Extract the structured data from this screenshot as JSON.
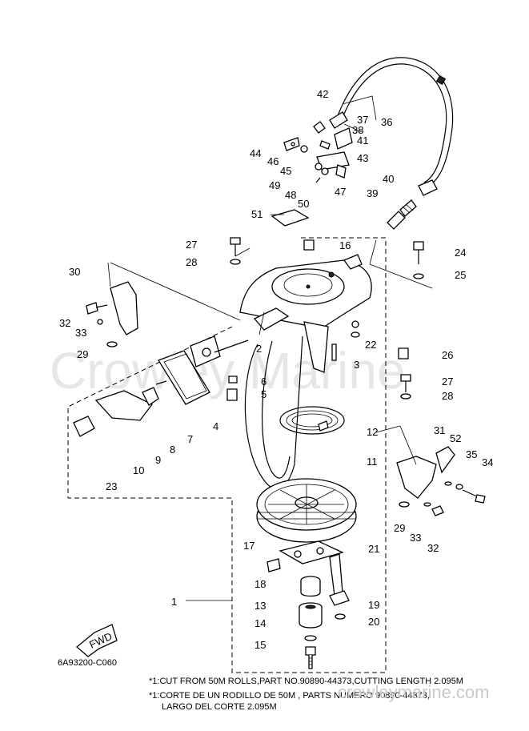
{
  "watermark": "Crowley Marine",
  "diagram_code": "6A93200-C060",
  "fwd_label": "FWD",
  "site_watermark": "crowleymarine.com",
  "notes": [
    "*1:CUT FROM 50M ROLLS,PART NO.90890-44373,CUTTING LENGTH 2.095M",
    "*1:CORTE DE UN RODILLO DE 50M , PARTS NUMERO 90890-44373,",
    "LARGO DEL CORTE 2.095M"
  ],
  "callouts": [
    "1",
    "2",
    "3",
    "4",
    "5",
    "6",
    "7",
    "8",
    "9",
    "10",
    "11",
    "12",
    "13",
    "14",
    "15",
    "16",
    "17",
    "18",
    "19",
    "20",
    "21",
    "22",
    "23",
    "24",
    "25",
    "26",
    "27",
    "28",
    "29",
    "30",
    "31",
    "32",
    "33",
    "34",
    "35",
    "36",
    "37",
    "38",
    "39",
    "40",
    "41",
    "42",
    "43",
    "44",
    "45",
    "46",
    "47",
    "48",
    "49",
    "50",
    "51",
    "52"
  ]
}
